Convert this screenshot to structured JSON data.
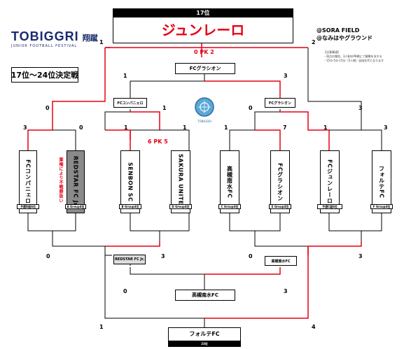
{
  "header": {
    "rank_label": "17位",
    "winner_name": "ジュンレーロ",
    "bracket_title": "17位～24位決定戦",
    "logo_text": "TOBIGGRI",
    "logo_kanji": "翔蹴",
    "logo_sub": "JUNIOR FOOTBALL FESTIVAL",
    "venue_line1": "@SORA FIELD",
    "venue_line2": "@なみはやグラウンド",
    "notes_title": "【注意事項】",
    "notes_line1": "・同点の場合、3人制のPK戦にて勝敗を決する",
    "notes_line2": "・15分-5分-15分（5人制）自由交代となります"
  },
  "semi_pk": "0 PK 2",
  "qf_pk": "6 PK 5",
  "final_box": "FCグラシオン",
  "semi_left_box": "FCコンパニェロ",
  "semi_right_box": "FCグラシオン",
  "teams": [
    {
      "name": "FCコンパニェロ",
      "group": "予選D組6位"
    },
    {
      "name": "REDSTAR FC Jr.",
      "group": "A Group4位"
    },
    {
      "name": "SENBON SC",
      "group": "B Group4位"
    },
    {
      "name": "SAKURA UNITED",
      "group": "D Group4位"
    },
    {
      "name": "高槻南水FC",
      "group": "C Group4位"
    },
    {
      "name": "FCグラシオン",
      "group": "E Group4位"
    },
    {
      "name": "FCジュンレーロ",
      "group": "予選C組6位"
    },
    {
      "name": "フォルテFC",
      "group": "F Group4位"
    }
  ],
  "redstar_note": "棄権により不戦勝扱い",
  "scores": {
    "final_left": "1",
    "final_right": "3",
    "sf_l1": "0",
    "sf_l2": "1",
    "sf_r1": "0",
    "sf_r2": "3",
    "r1_a": "3",
    "r1_b": "0",
    "r1_c": "1",
    "r1_d": "1",
    "r1_e": "1",
    "r1_f": "7",
    "r1_g": "1",
    "r1_h": "3",
    "top_left": "1",
    "top_right": "2"
  },
  "lower": {
    "loser_left_box": "REDSTAR FC Jr.",
    "loser_right_box": "高槻南水FC",
    "lower_final_box": "高槻南水FC",
    "bottom_box": "フォルテFC",
    "bottom_sub": "23位",
    "s_left_outer": "0",
    "s_left_inner": "3",
    "s_right_outer": "0",
    "s_right_inner": "3",
    "s_lf_left": "0",
    "s_lf_right": "3",
    "s_bot_left": "1",
    "s_bot_right": "4"
  }
}
